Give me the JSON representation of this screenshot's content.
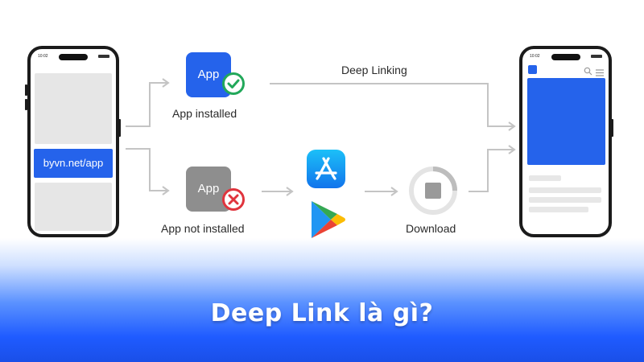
{
  "phone_left": {
    "status_time": "10:02",
    "url": "byvn.net/app"
  },
  "phone_right": {
    "status_time": "10:02"
  },
  "branch_installed": {
    "tile_text": "App",
    "label": "App installed",
    "status_icon": "check-icon"
  },
  "branch_not_installed": {
    "tile_text": "App",
    "label": "App not installed",
    "status_icon": "cross-icon"
  },
  "flow": {
    "deep_linking_label": "Deep Linking",
    "download_label": "Download"
  },
  "stores": [
    "app-store-icon",
    "google-play-icon"
  ],
  "title": "Deep Link là gì?",
  "colors": {
    "accent_blue": "#2563eb",
    "check_green": "#22a85a",
    "cross_red": "#e0343d",
    "gray_tile": "#8e8e8e",
    "arrow_gray": "#c4c4c4"
  }
}
